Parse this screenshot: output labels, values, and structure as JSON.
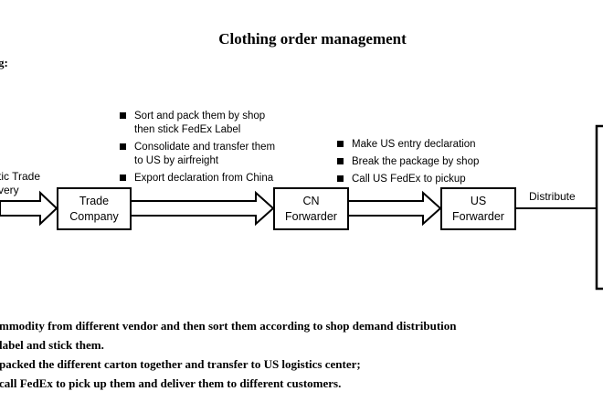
{
  "title": "Clothing order management",
  "side_label": "g:",
  "left_label": {
    "line1": "tic Trade",
    "line2": "very"
  },
  "nodes": {
    "trade": {
      "line1": "Trade",
      "line2": "Company"
    },
    "cn": {
      "line1": "CN",
      "line2": "Forwarder"
    },
    "us": {
      "line1": "US",
      "line2": "Forwarder"
    }
  },
  "distribute_label": "Distribute",
  "bullets_trade_to_cn": [
    {
      "line1": "Sort and pack them by shop",
      "line2": "then stick  FedEx Label"
    },
    {
      "line1": "Consolidate and transfer them",
      "line2": "to US by airfreight"
    },
    {
      "line1": "Export declaration from China",
      "line2": ""
    }
  ],
  "bullets_cn_to_us": [
    {
      "line1": "Make US entry declaration"
    },
    {
      "line1": "Break the package by shop"
    },
    {
      "line1": "Call US FedEx to pickup"
    }
  ],
  "notes": [
    "mmodity from different vendor and then sort them according to shop  demand distribution",
    "label and stick them.",
    " packed the different carton together and transfer to US logistics center;",
    "call FedEx to pick up them and deliver them to different customers."
  ]
}
